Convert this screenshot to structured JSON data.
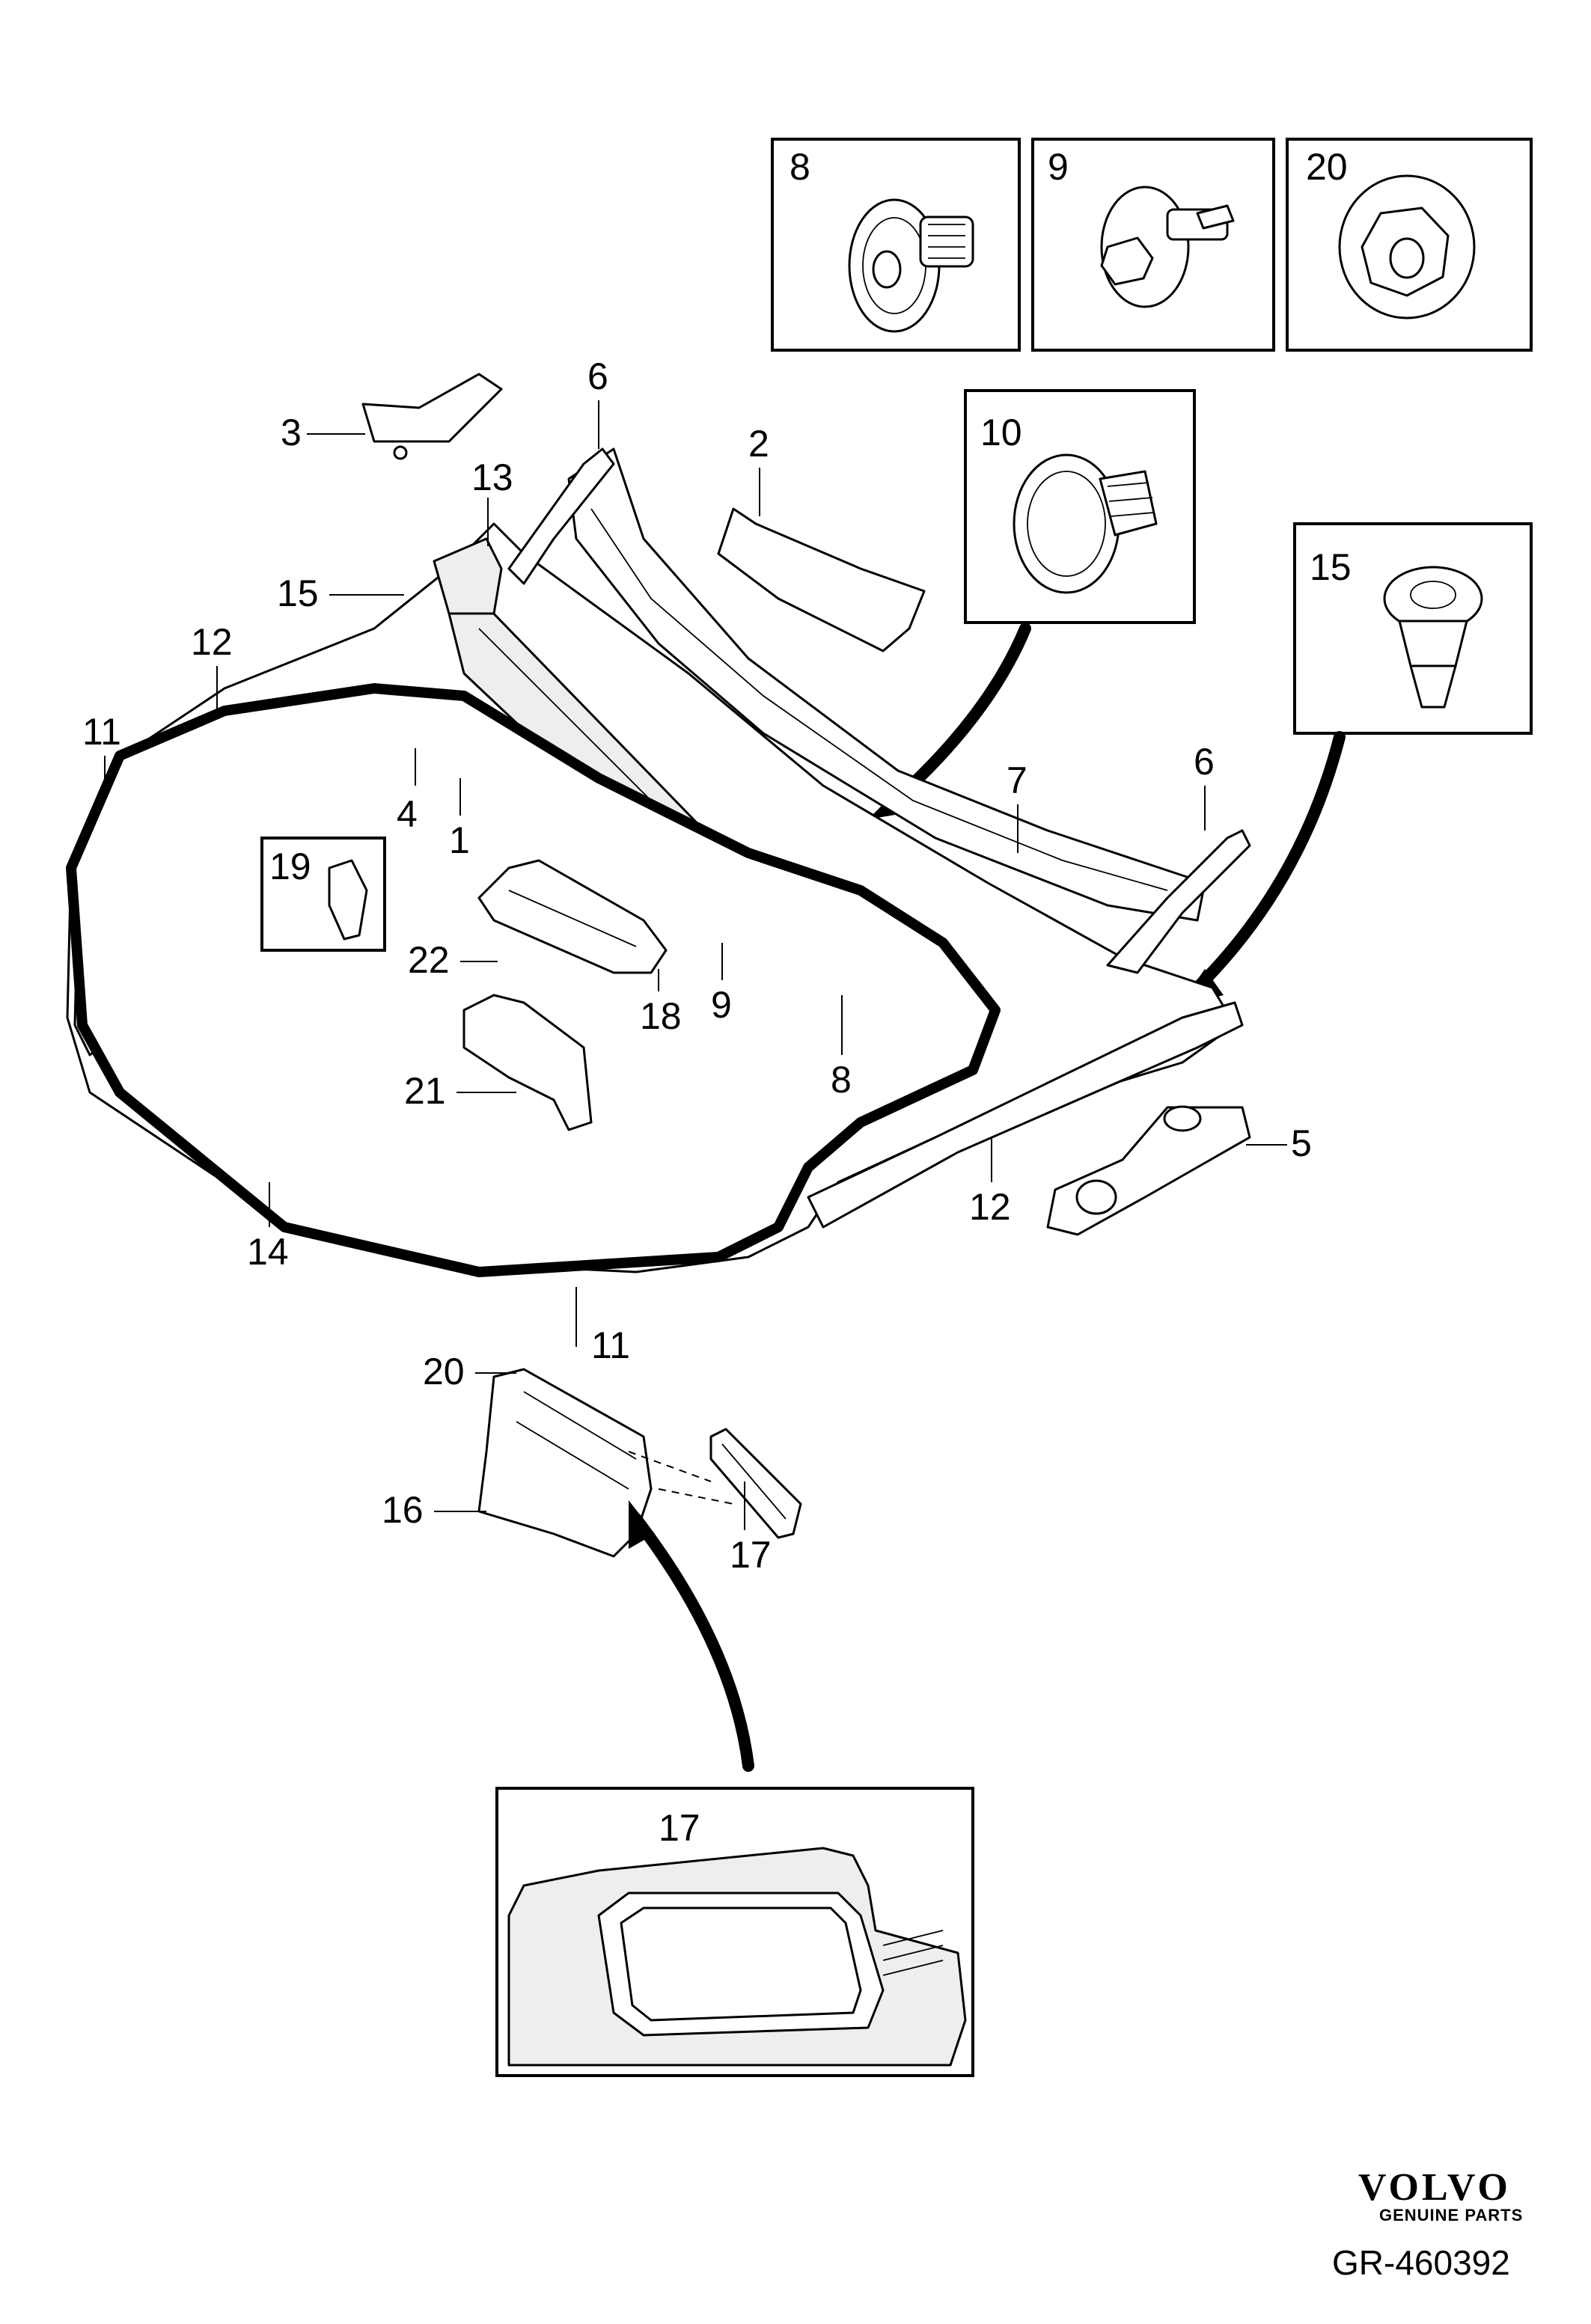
{
  "callouts": {
    "c8_box": "8",
    "c9_box": "9",
    "c20_box": "20",
    "c10_box": "10",
    "c15_box": "15",
    "c3": "3",
    "c6_top": "6",
    "c2": "2",
    "c13": "13",
    "c15": "15",
    "c12_left": "12",
    "c11_left": "11",
    "c4": "4",
    "c1": "1",
    "c7": "7",
    "c6_right": "6",
    "c19": "19",
    "c22": "22",
    "c18": "18",
    "c9": "9",
    "c8": "8",
    "c21": "21",
    "c5": "5",
    "c12_right": "12",
    "c14": "14",
    "c11_bottom": "11",
    "c20": "20",
    "c16": "16",
    "c17": "17",
    "c17_detail": "17"
  },
  "logo": {
    "brand": "VOLVO",
    "tagline": "GENUINE PARTS"
  },
  "drawing_code": "GR-460392"
}
